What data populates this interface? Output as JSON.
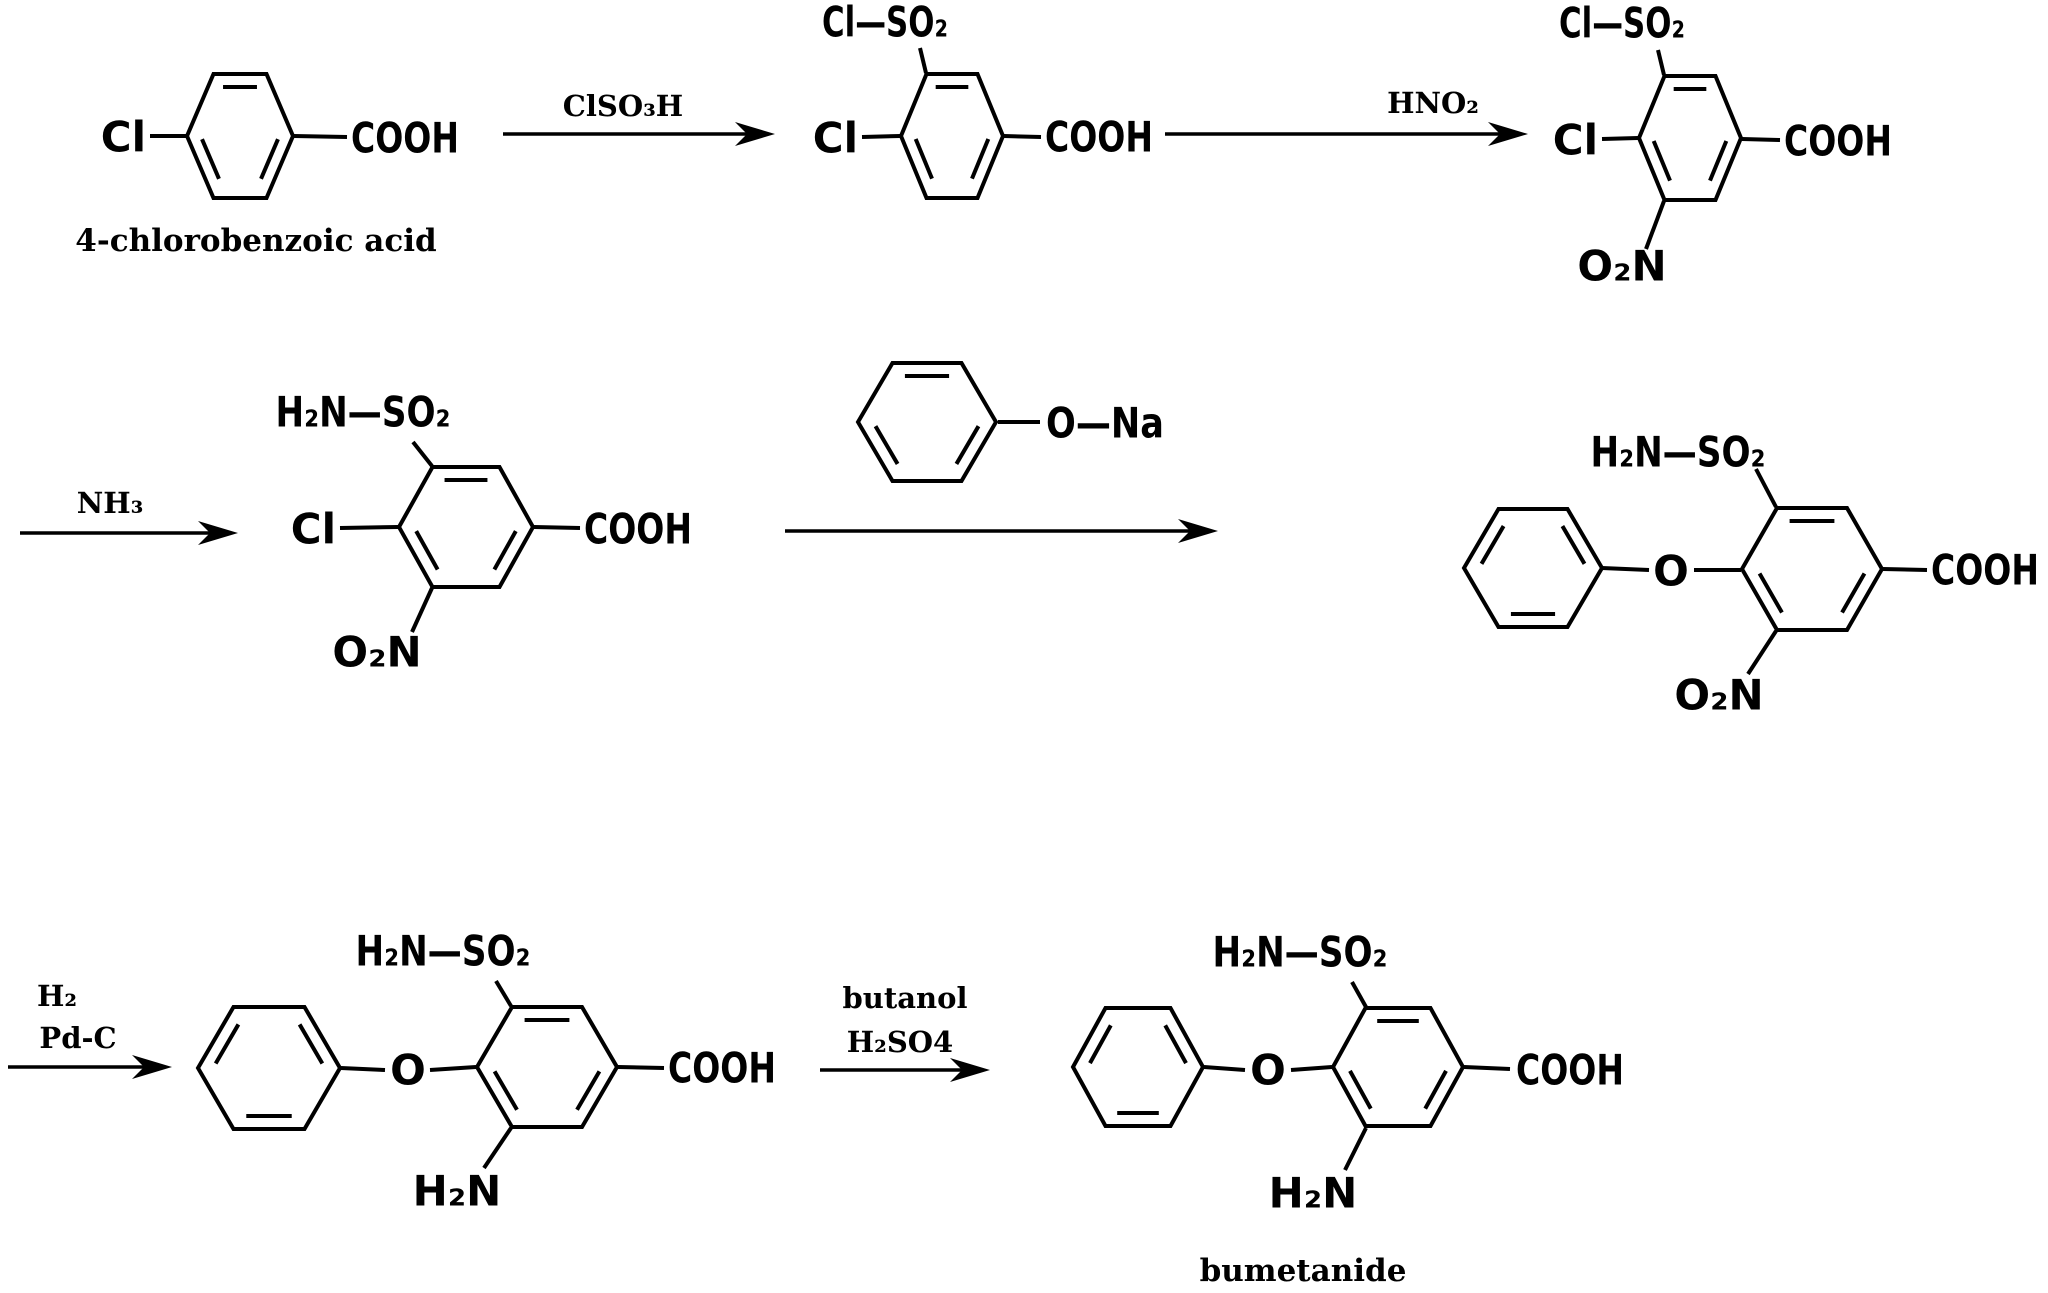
{
  "colors": {
    "ink": "#000000",
    "background": "#ffffff"
  },
  "structures": {
    "s1": {
      "cl": "Cl",
      "cooh": "COOH",
      "name": "4-chlorobenzoic acid"
    },
    "s2": {
      "top": "Cl—SO₂",
      "cl": "Cl",
      "cooh": "COOH"
    },
    "s3": {
      "top": "Cl—SO₂",
      "cl": "Cl",
      "cooh": "COOH",
      "nitro": "O₂N"
    },
    "s4": {
      "top": "H₂N—SO₂",
      "cl": "Cl",
      "cooh": "COOH",
      "nitro": "O₂N"
    },
    "phenoxide": {
      "ona": "O—Na"
    },
    "s5": {
      "top": "H₂N—SO₂",
      "ether": "O",
      "cooh": "COOH",
      "nitro": "O₂N"
    },
    "s6": {
      "top": "H₂N—SO₂",
      "ether": "O",
      "cooh": "COOH",
      "amine": "H₂N"
    },
    "s7": {
      "top": "H₂N—SO₂",
      "ether": "O",
      "cooh": "COOH",
      "amine": "H₂N",
      "name": "bumetanide"
    }
  },
  "reagents": {
    "step1": "ClSO₃H",
    "step2": "HNO₂",
    "step3": "NH₃",
    "step5a": "H₂",
    "step5b": "Pd-C",
    "step6a": "butanol",
    "step6b": "H₂SO4"
  }
}
